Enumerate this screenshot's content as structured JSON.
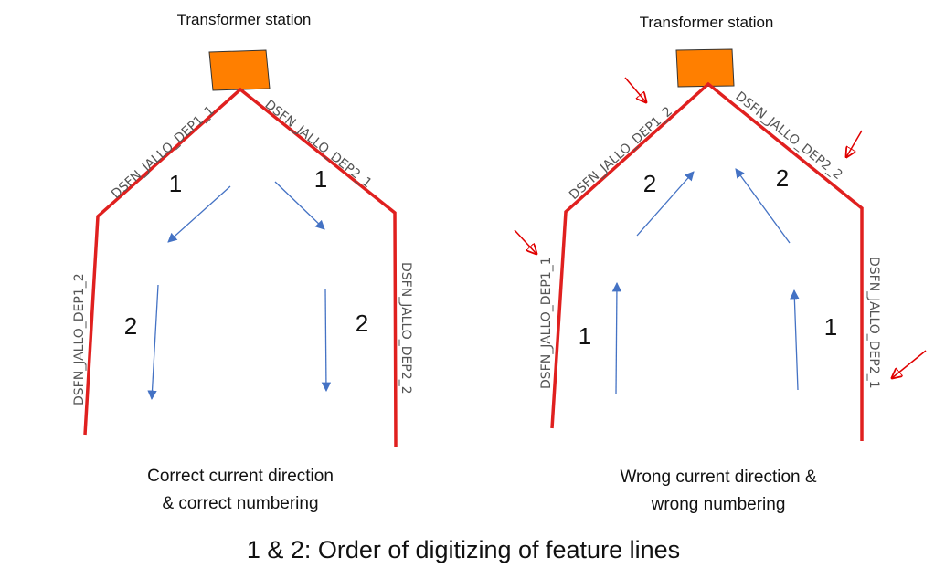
{
  "colors": {
    "line": "#e0201f",
    "station": "#ff7f00",
    "arrow": "#4472c4",
    "marker": "#e00000"
  },
  "left": {
    "station_label": "Transformer station",
    "labels": {
      "dep1_1": "DSFN_JALLO_DEP1_1",
      "dep2_1": "DSFN_JALLO_DEP2_1",
      "dep1_2": "DSFN_JALLO_DEP1_2",
      "dep2_2": "DSFN_JALLO_DEP2_2"
    },
    "numbers": {
      "upper_left": "1",
      "upper_right": "1",
      "lower_left": "2",
      "lower_right": "2"
    },
    "caption": [
      "Correct current direction",
      "& correct numbering"
    ]
  },
  "right": {
    "station_label": "Transformer station",
    "labels": {
      "dep1_2": "DSFN_JALLO_DEP1_2",
      "dep2_2": "DSFN_JALLO_DEP2_2",
      "dep1_1": "DSFN_JALLO_DEP1_1",
      "dep2_1": "DSFN_JALLO_DEP2_1"
    },
    "numbers": {
      "upper_left": "2",
      "upper_right": "2",
      "lower_left": "1",
      "lower_right": "1"
    },
    "caption": [
      "Wrong current direction &",
      "wrong numbering"
    ]
  },
  "footer": "1 & 2: Order of digitizing of feature lines"
}
